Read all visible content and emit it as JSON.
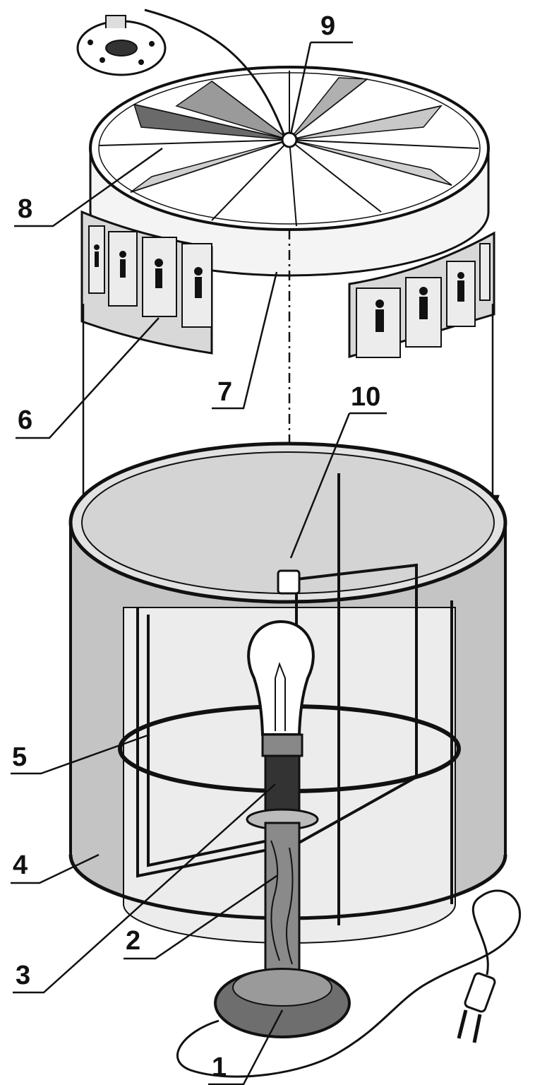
{
  "diagram": {
    "colors": {
      "ink": "#111111",
      "shade": "#bdbdbd",
      "light_shade": "#d9d9d9",
      "paper": "#ffffff",
      "wood": "#7a7a7a"
    },
    "labels": {
      "base": "1",
      "wooden_stand": "2",
      "lamp_socket": "3",
      "shade_cylinder": "4",
      "wire_frame": "5",
      "picture_strip": "6",
      "lid_disk": "7",
      "mirror_vanes": "8",
      "hub_bearing": "9",
      "axis_pin": "10"
    }
  }
}
